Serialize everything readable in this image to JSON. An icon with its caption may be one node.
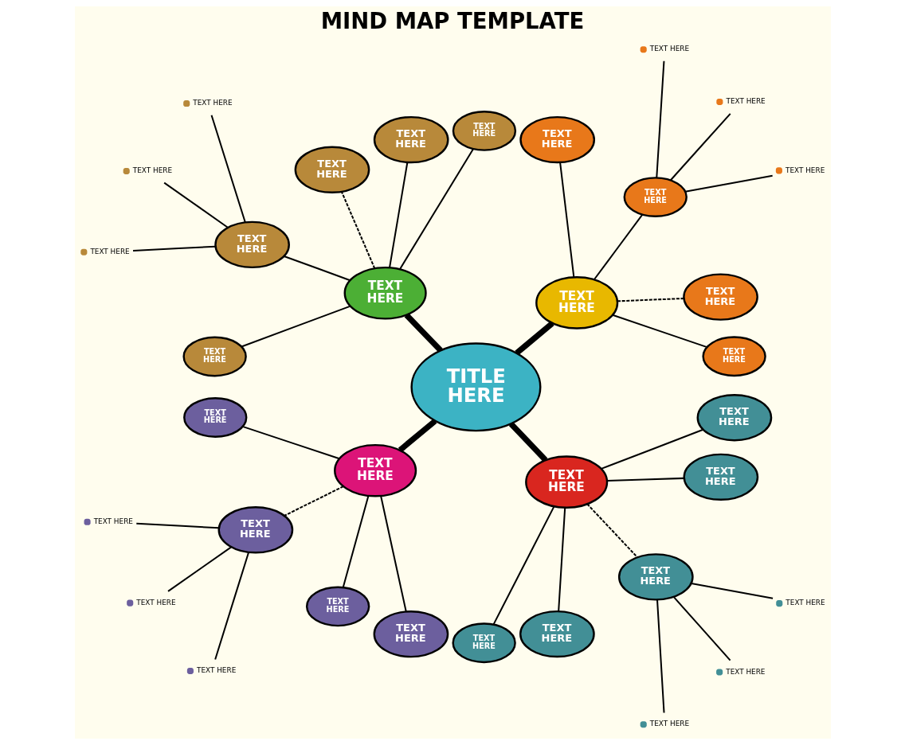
{
  "diagram": {
    "title": "MIND MAP TEMPLATE",
    "nodes": [
      {
        "text": [
          "TITLE HERE"
        ]
      },
      {
        "text": [
          "TEXT HERE"
        ]
      },
      {
        "text": [
          "TEXT HERE"
        ]
      },
      {
        "text": [
          "TEXT HERE"
        ]
      },
      {
        "text": [
          "TEXT HERE"
        ]
      },
      {
        "text": [
          "TEXT HERE"
        ]
      },
      {
        "text": [
          "TEXT HERE"
        ]
      },
      {
        "text": [
          "TEXT HERE"
        ]
      },
      {
        "text": [
          "TEXT HERE"
        ]
      },
      {
        "text": [
          "TEXT HERE"
        ]
      },
      {
        "text": [
          "TEXT HERE"
        ]
      },
      {
        "text": [
          "TEXT HERE"
        ]
      },
      {
        "text": [
          "TEXT HERE"
        ]
      },
      {
        "text": [
          "TEXT HERE"
        ]
      },
      {
        "text": [
          "TEXT HERE"
        ]
      },
      {
        "text": [
          "TEXT HERE"
        ]
      },
      {
        "text": [
          "TEXT HERE"
        ]
      },
      {
        "text": [
          "TEXT HERE"
        ]
      },
      {
        "text": [
          "TEXT HERE"
        ]
      },
      {
        "text": [
          "TEXT HERE"
        ]
      },
      {
        "text": [
          "TEXT HERE"
        ]
      },
      {
        "text": [
          "TEXT HERE"
        ]
      },
      {
        "text": [
          "TEXT HERE"
        ]
      },
      {
        "text": [
          "TEXT HERE"
        ]
      },
      {
        "text": [
          "TEXT HERE"
        ]
      },
      {
        "text": [
          "TEXT HERE"
        ]
      },
      {
        "text": [
          "TEXT HERE"
        ]
      },
      {
        "text": [
          "TEXT HERE"
        ]
      },
      {
        "text": [
          "TEXT HERE"
        ]
      },
      {
        "text": [
          "TEXT HERE"
        ]
      },
      {
        "text": [
          "TEXT HERE"
        ]
      },
      {
        "text": [
          "TEXT HERE"
        ]
      },
      {
        "text": [
          "TEXT HERE"
        ]
      },
      {
        "text": [
          "TEXT HERE"
        ]
      },
      {
        "text": [
          "TEXT HERE"
        ]
      }
    ],
    "edges": [
      {
        "from": 0,
        "to": 1,
        "arrow": "none",
        "style": "thick"
      },
      {
        "from": 0,
        "to": 2,
        "arrow": "none",
        "style": "thick"
      },
      {
        "from": 0,
        "to": 3,
        "arrow": "none",
        "style": "thick"
      },
      {
        "from": 0,
        "to": 4,
        "arrow": "none",
        "style": "thick"
      },
      {
        "from": 1,
        "to": 5,
        "arrow": "none",
        "style": "dashed"
      },
      {
        "from": 1,
        "to": 6,
        "arrow": "none"
      },
      {
        "from": 1,
        "to": 7,
        "arrow": "none"
      },
      {
        "from": 1,
        "to": 8,
        "arrow": "none"
      },
      {
        "from": 1,
        "to": 9,
        "arrow": "none"
      },
      {
        "from": 8,
        "to": 10,
        "arrow": "none"
      },
      {
        "from": 8,
        "to": 11,
        "arrow": "none"
      },
      {
        "from": 8,
        "to": 12,
        "arrow": "none"
      },
      {
        "from": 2,
        "to": 13,
        "arrow": "none"
      },
      {
        "from": 2,
        "to": 14,
        "arrow": "none"
      },
      {
        "from": 2,
        "to": 15,
        "arrow": "none",
        "style": "dashed"
      },
      {
        "from": 2,
        "to": 16,
        "arrow": "none"
      },
      {
        "from": 14,
        "to": 17,
        "arrow": "none"
      },
      {
        "from": 14,
        "to": 18,
        "arrow": "none"
      },
      {
        "from": 14,
        "to": 19,
        "arrow": "none"
      },
      {
        "from": 3,
        "to": 20,
        "arrow": "none"
      },
      {
        "from": 3,
        "to": 21,
        "arrow": "none",
        "style": "dashed"
      },
      {
        "from": 3,
        "to": 22,
        "arrow": "none"
      },
      {
        "from": 3,
        "to": 23,
        "arrow": "none"
      },
      {
        "from": 21,
        "to": 24,
        "arrow": "none"
      },
      {
        "from": 21,
        "to": 25,
        "arrow": "none"
      },
      {
        "from": 21,
        "to": 26,
        "arrow": "none"
      },
      {
        "from": 4,
        "to": 27,
        "arrow": "none"
      },
      {
        "from": 4,
        "to": 28,
        "arrow": "none"
      },
      {
        "from": 4,
        "to": 29,
        "arrow": "none"
      },
      {
        "from": 4,
        "to": 30,
        "arrow": "none"
      },
      {
        "from": 4,
        "to": 31,
        "arrow": "none",
        "style": "dashed"
      },
      {
        "from": 31,
        "to": 32,
        "arrow": "none"
      },
      {
        "from": 31,
        "to": 33,
        "arrow": "none"
      },
      {
        "from": 31,
        "to": 34,
        "arrow": "none"
      }
    ]
  }
}
